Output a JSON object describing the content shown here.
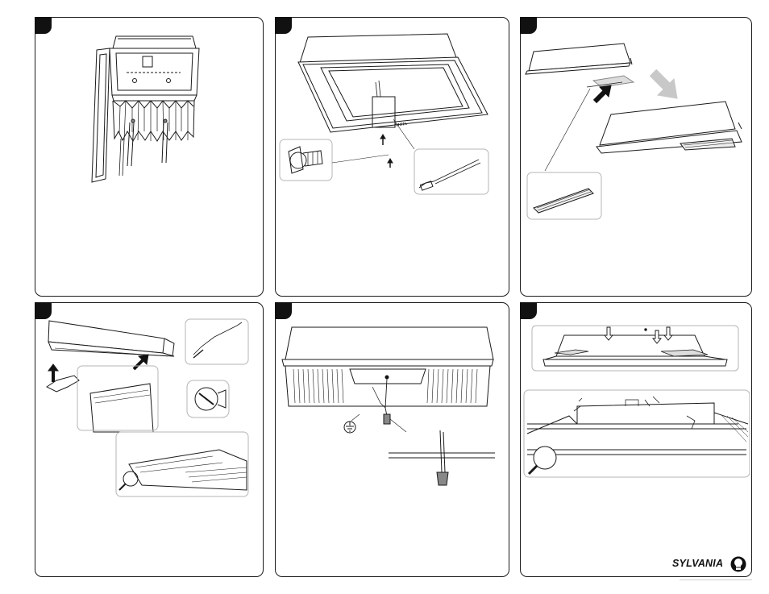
{
  "brand": {
    "name": "SYLVANIA",
    "logo_icon": "sylvania-bulb-logo-icon"
  },
  "panels": [
    {
      "id": "step-1",
      "illustration": "fixture-in-ceiling-grid"
    },
    {
      "id": "step-2",
      "illustration": "troffer-junction-box-screws"
    },
    {
      "id": "step-3",
      "illustration": "lens-removal-arrows"
    },
    {
      "id": "step-4",
      "illustration": "reflector-tabs-detail"
    },
    {
      "id": "step-5",
      "illustration": "ground-wire-connection"
    },
    {
      "id": "step-6",
      "illustration": "retrofit-install-detail"
    }
  ],
  "colors": {
    "line": "#1a1a1a",
    "detail_border": "#b5b5b5",
    "arrow_dark": "#111111",
    "arrow_gray": "#c8c8c8"
  }
}
